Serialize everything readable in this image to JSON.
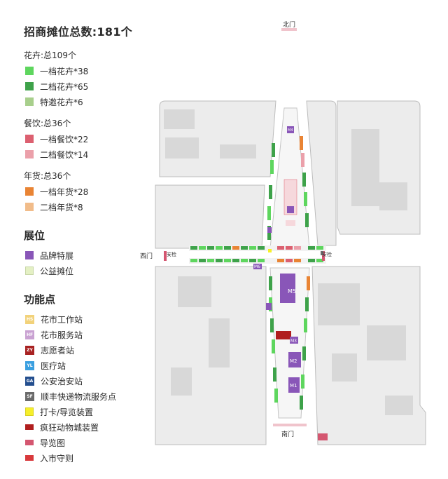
{
  "title": "招商摊位总数:181个",
  "groups": [
    {
      "title": "花卉:总109个",
      "items": [
        {
          "label": "一档花卉*38",
          "color": "#5ed65e"
        },
        {
          "label": "二档花卉*65",
          "color": "#3ea24a"
        },
        {
          "label": "特邀花卉*6",
          "color": "#a8cf8c"
        }
      ]
    },
    {
      "title": "餐饮:总36个",
      "items": [
        {
          "label": "一档餐饮*22",
          "color": "#dc6070"
        },
        {
          "label": "二档餐饮*14",
          "color": "#eba0aa"
        }
      ]
    },
    {
      "title": "年货:总36个",
      "items": [
        {
          "label": "一档年货*28",
          "color": "#e98434"
        },
        {
          "label": "二档年货*8",
          "color": "#f1bc8a"
        }
      ]
    }
  ],
  "booth_section": {
    "title": "展位",
    "items": [
      {
        "label": "品牌特展",
        "color": "#8956b8"
      },
      {
        "label": "公益摊位",
        "color": "#e4f0c4"
      }
    ]
  },
  "function_section": {
    "title": "功能点",
    "items": [
      {
        "label": "花市工作站",
        "code": "HS",
        "color": "#f2d27a"
      },
      {
        "label": "花市服务站",
        "code": "HF",
        "color": "#c9a2d2"
      },
      {
        "label": "志愿者站",
        "code": "ZY",
        "color": "#a82222"
      },
      {
        "label": "医疗站",
        "code": "YL",
        "color": "#3a9fe0"
      },
      {
        "label": "公安治安站",
        "code": "GA",
        "color": "#234e8e"
      },
      {
        "label": "顺丰快递物流服务点",
        "code": "SF",
        "color": "#6a6a6a"
      },
      {
        "label": "打卡/导览装置",
        "code": "",
        "color": "#f6ef2a"
      },
      {
        "label": "疯狂动物城装置",
        "code": "",
        "color": "#b01e1e"
      },
      {
        "label": "导览图",
        "code": "",
        "color": "#d45670"
      },
      {
        "label": "入市守则",
        "code": "",
        "color": "#d8393c"
      }
    ]
  },
  "map": {
    "north_gate": "北门",
    "south_gate": "南门",
    "west_gate": "西门",
    "east_sign": "安检",
    "west_sign": "安检",
    "zones": [
      "M1",
      "M2",
      "M3",
      "M4",
      "M5",
      "M6"
    ]
  }
}
